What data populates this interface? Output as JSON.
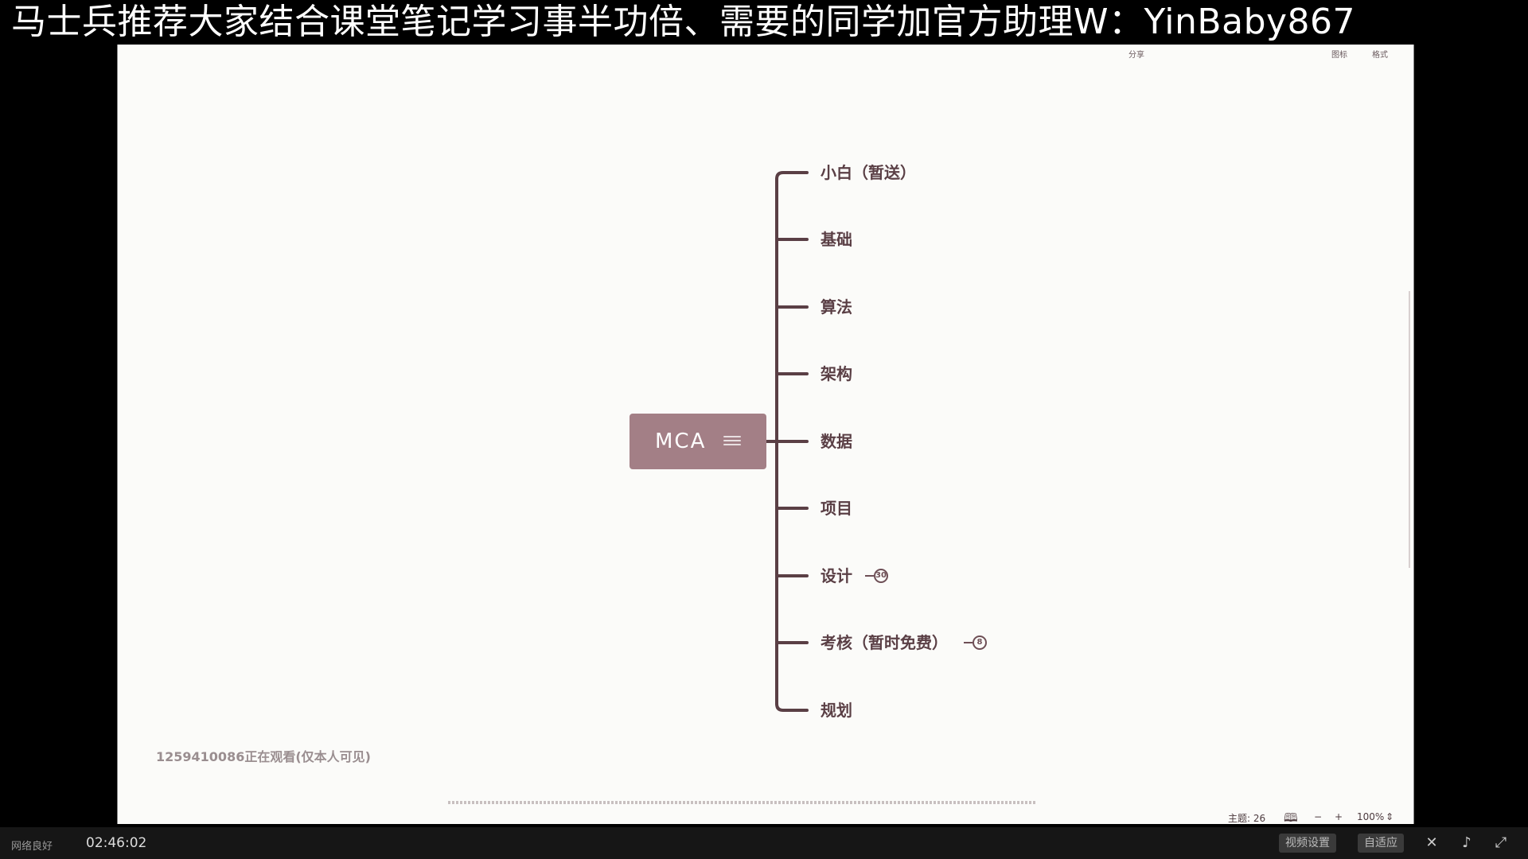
{
  "banner": {
    "text": "马士兵推荐大家结合课堂笔记学习事半功倍、需要的同学加官方助理W：YinBaby867"
  },
  "mindmap": {
    "central": "MCA",
    "topics": [
      "小白（暂送）",
      "基础",
      "算法",
      "架构",
      "数据",
      "项目",
      "设计",
      "考核（暂时免费）",
      "规划"
    ],
    "collapsed": {
      "design_count": "30",
      "exam_count": "8"
    }
  },
  "toolbar": {
    "share": "分享",
    "icon_label": "图标",
    "format": "格式"
  },
  "watermark": "1259410086正在观看(仅本人可见)",
  "status": {
    "topics_label": "主题: 26",
    "zoom": "100%"
  },
  "player": {
    "network": "网络良好",
    "elapsed": "02:46:02",
    "settings_button": "视频设置",
    "auto_button": "自适应"
  },
  "colors": {
    "central_node": "#a37f86",
    "branch_line": "#5a3f45",
    "canvas": "#fbfbf9"
  }
}
